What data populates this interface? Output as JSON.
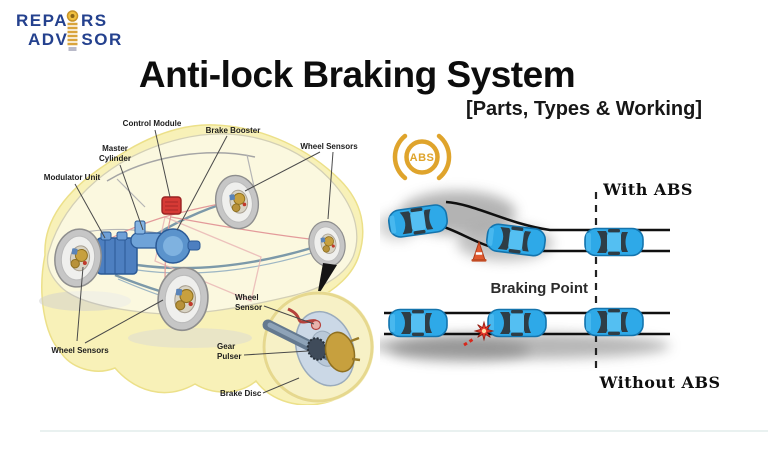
{
  "logo": {
    "line1_left": "REPA",
    "line1_right": "RS",
    "line2_left": "ADV",
    "line2_right": "SOR",
    "color": "#24418e"
  },
  "header": {
    "title": "Anti-lock Braking System",
    "subtitle": "[Parts, Types & Working]"
  },
  "abs_indicator": {
    "label": "ABS",
    "color": "#dfa42c"
  },
  "parts_diagram": {
    "labels": {
      "control_module": "Control Module",
      "brake_booster": "Brake Booster",
      "master_cylinder_1": "Master",
      "master_cylinder_2": "Cylinder",
      "modulator_unit": "Modulator Unit",
      "wheel_sensors_top": "Wheel Sensors",
      "wheel_sensors_bottom": "Wheel Sensors",
      "wheel_sensor_1": "Wheel",
      "wheel_sensor_2": "Sensor",
      "gear_pulser_1": "Gear",
      "gear_pulser_2": "Pulser",
      "brake_disc": "Brake Disc"
    },
    "highlight_color": "#f8f1b8"
  },
  "comparison": {
    "with_abs": "With ABS",
    "braking_point": "Braking Point",
    "without_abs": "Without ABS",
    "car_color": "#2ea9e8",
    "crash_color": "#e5372b"
  }
}
